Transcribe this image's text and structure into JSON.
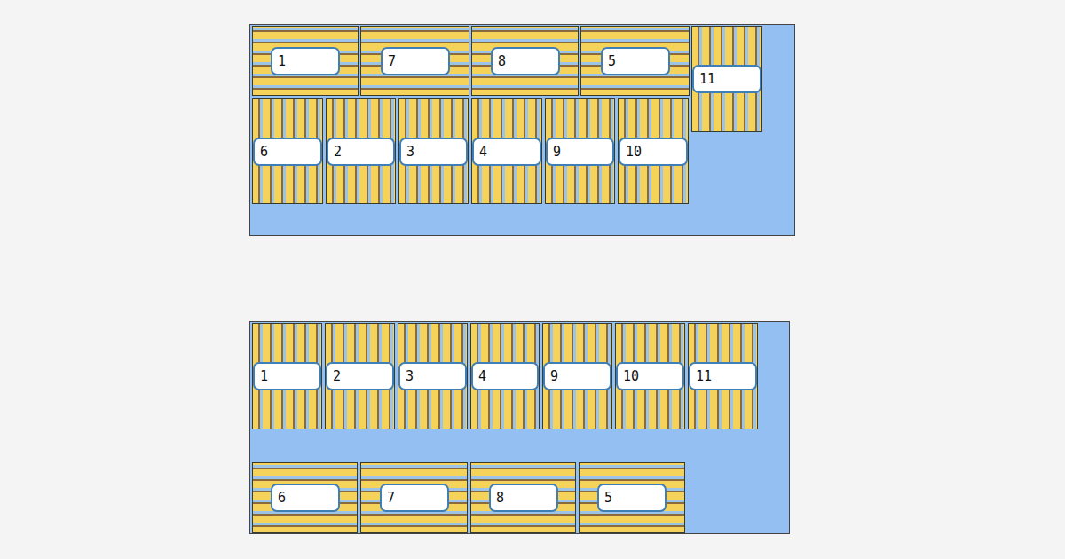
{
  "diagram": {
    "nodes": [
      {
        "text": [
          "1"
        ]
      },
      {
        "text": [
          "7"
        ]
      },
      {
        "text": [
          "8"
        ]
      },
      {
        "text": [
          "5"
        ]
      },
      {
        "text": [
          "11"
        ]
      },
      {
        "text": [
          "6"
        ]
      },
      {
        "text": [
          "2"
        ]
      },
      {
        "text": [
          "3"
        ]
      },
      {
        "text": [
          "4"
        ]
      },
      {
        "text": [
          "9"
        ]
      },
      {
        "text": [
          "10"
        ]
      },
      {
        "text": [
          "1"
        ]
      },
      {
        "text": [
          "2"
        ]
      },
      {
        "text": [
          "3"
        ]
      },
      {
        "text": [
          "4"
        ]
      },
      {
        "text": [
          "9"
        ]
      },
      {
        "text": [
          "10"
        ]
      },
      {
        "text": [
          "11"
        ]
      },
      {
        "text": [
          "6"
        ]
      },
      {
        "text": [
          "7"
        ]
      },
      {
        "text": [
          "8"
        ]
      },
      {
        "text": [
          "5"
        ]
      }
    ]
  }
}
